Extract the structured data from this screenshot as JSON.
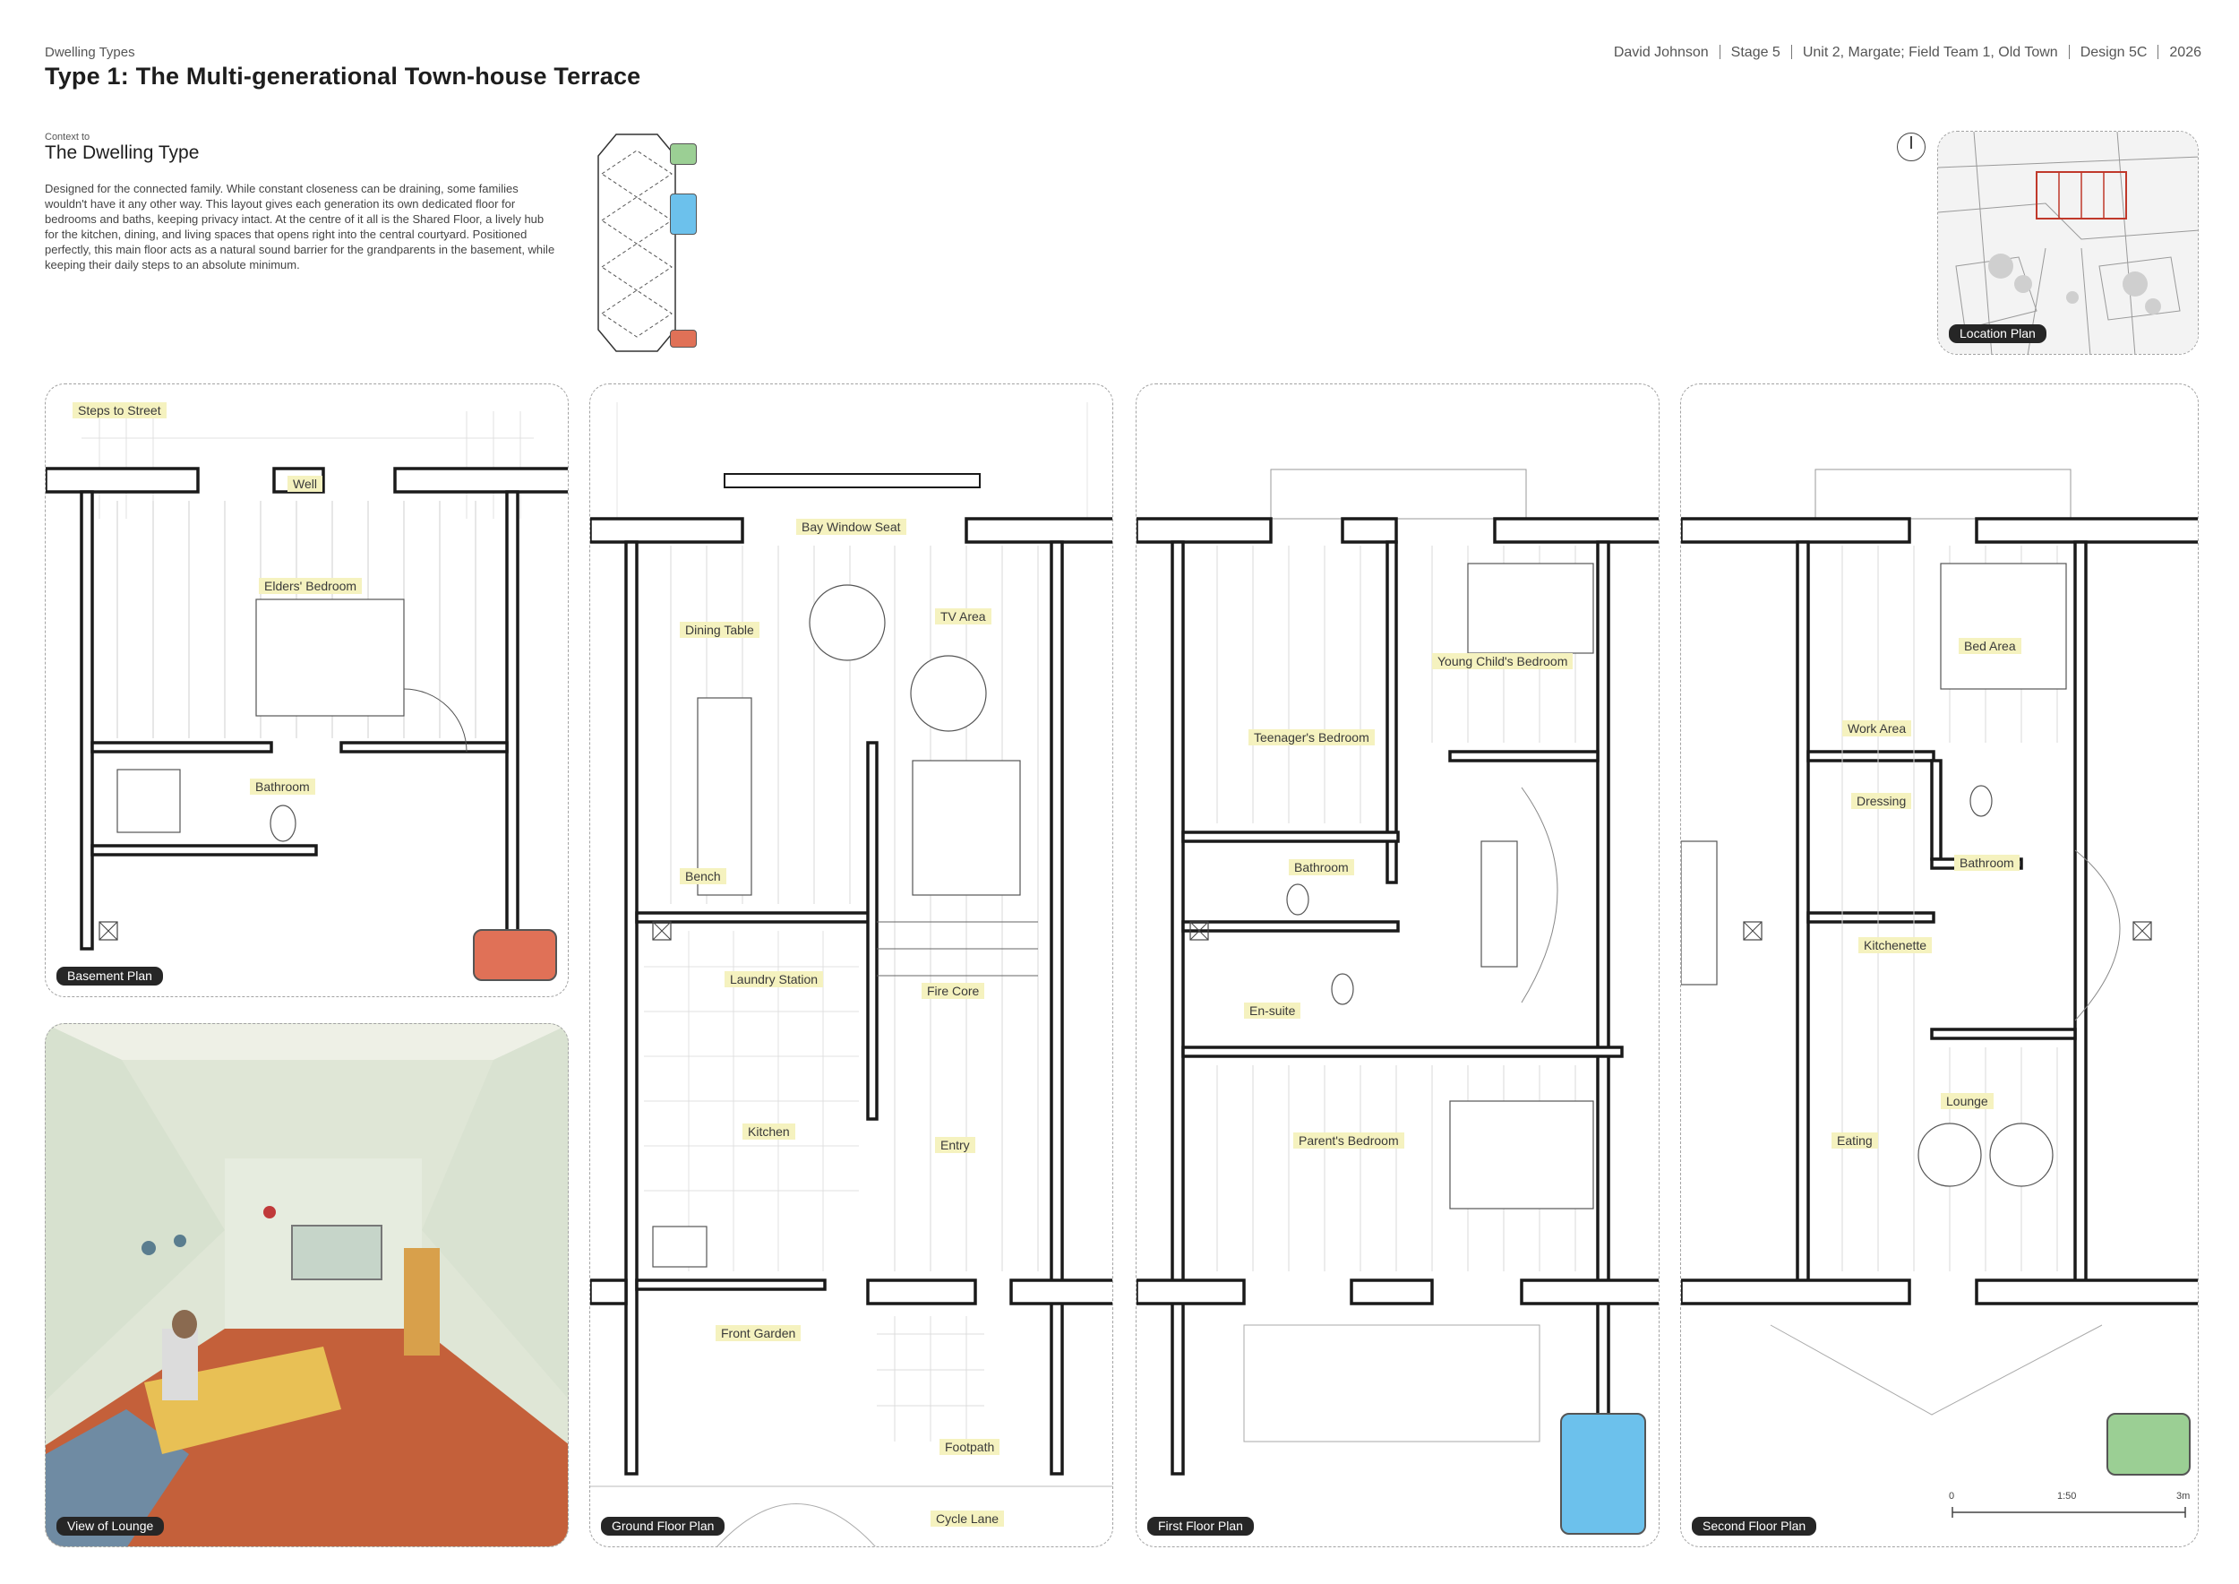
{
  "header": {
    "kicker": "Dwelling Types",
    "title": "Type 1: The Multi-generational Town-house Terrace",
    "meta": [
      "David Johnson",
      "Stage 5",
      "Unit 2, Margate; Field Team 1, Old Town",
      "Design 5C",
      "2026"
    ]
  },
  "context": {
    "kicker": "Context to",
    "title": "The Dwelling Type",
    "body": "Designed for the connected family. While constant closeness can be draining, some families wouldn't have it any other way. This layout gives each generation its own dedicated floor for bedrooms and baths, keeping privacy intact. At the centre of it all is the Shared Floor, a lively hub for the kitchen, dining, and living spaces that opens right into the central courtyard. Positioned perfectly, this main floor acts as a natural sound barrier for the grandparents in the basement, while keeping their daily steps to an absolute minimum."
  },
  "location": {
    "label": "Location Plan"
  },
  "panels": {
    "basement": {
      "label": "Basement Plan",
      "tags": [
        "Steps to Street",
        "Well",
        "Elders' Bedroom",
        "Bathroom"
      ]
    },
    "lounge_view": {
      "label": "View of Lounge"
    },
    "ground": {
      "label": "Ground Floor Plan",
      "tags": [
        "Bay Window Seat",
        "Dining Table",
        "TV Area",
        "Bench",
        "Laundry Station",
        "Fire Core",
        "Kitchen",
        "Entry",
        "Front Garden",
        "Footpath",
        "Cycle Lane"
      ]
    },
    "first": {
      "label": "First Floor Plan",
      "tags": [
        "Young Child's Bedroom",
        "Teenager's Bedroom",
        "Bathroom",
        "En-suite",
        "Parent's Bedroom"
      ]
    },
    "second": {
      "label": "Second Floor Plan",
      "tags": [
        "Bed Area",
        "Work Area",
        "Dressing",
        "Bathroom",
        "Kitchenette",
        "Lounge",
        "Eating"
      ]
    }
  },
  "scale": {
    "start": "0",
    "ratio": "1:50",
    "end": "3m"
  },
  "colors": {
    "tag": "#f5f2bf",
    "elders": "#e07157",
    "family": "#6cc1ec",
    "single": "#9bcf94",
    "wall": "#1a1a1a",
    "hatch": "#d9d9d9"
  }
}
